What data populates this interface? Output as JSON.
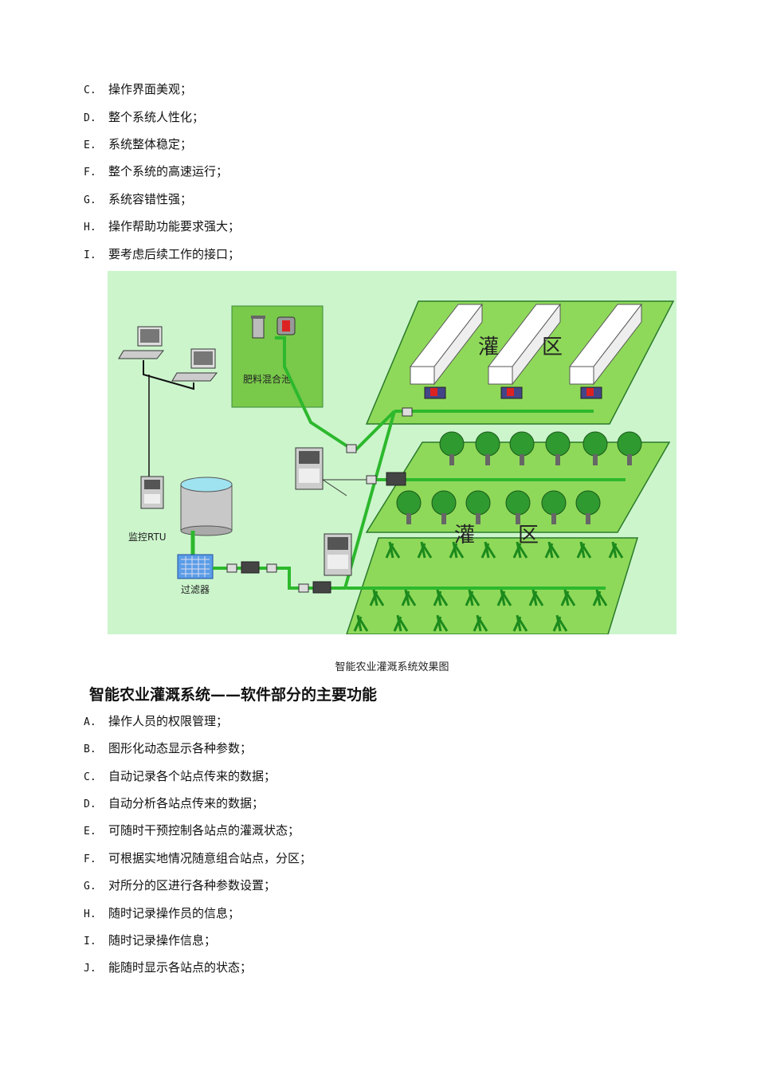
{
  "top_list": [
    {
      "label": "C.",
      "text": "操作界面美观；"
    },
    {
      "label": "D.",
      "text": "整个系统人性化；"
    },
    {
      "label": "E.",
      "text": "系统整体稳定；"
    },
    {
      "label": "F.",
      "text": "整个系统的高速运行；"
    },
    {
      "label": "G.",
      "text": "系统容错性强；"
    },
    {
      "label": "H.",
      "text": "操作帮助功能要求强大；"
    },
    {
      "label": "I.",
      "text": "要考虑后续工作的接口；"
    }
  ],
  "figure": {
    "caption": "智能农业灌溉系统效果图",
    "labels": {
      "fertilizer_pool": "肥料混合池",
      "monitor_rtu": "监控RTU",
      "filter": "过滤器",
      "zone_upper_char1": "灌",
      "zone_upper_char2": "区",
      "zone_lower_char1": "灌",
      "zone_lower_char2": "区"
    },
    "colors": {
      "background": "#ccf5cc",
      "field": "#8fd95a",
      "pipe": "#2db82d",
      "box": "#79c94a"
    }
  },
  "section": {
    "heading": "智能农业灌溉系统——软件部分的主要功能"
  },
  "bottom_list": [
    {
      "label": "A.",
      "text": "操作人员的权限管理；"
    },
    {
      "label": "B.",
      "text": "图形化动态显示各种参数；"
    },
    {
      "label": "C.",
      "text": "自动记录各个站点传来的数据；"
    },
    {
      "label": "D.",
      "text": "自动分析各站点传来的数据；"
    },
    {
      "label": "E.",
      "text": "可随时干预控制各站点的灌溉状态；"
    },
    {
      "label": "F.",
      "text": "可根据实地情况随意组合站点，分区；"
    },
    {
      "label": "G.",
      "text": "对所分的区进行各种参数设置；"
    },
    {
      "label": "H.",
      "text": "随时记录操作员的信息；"
    },
    {
      "label": "I.",
      "text": "随时记录操作信息；"
    },
    {
      "label": "J.",
      "text": "能随时显示各站点的状态；"
    }
  ]
}
